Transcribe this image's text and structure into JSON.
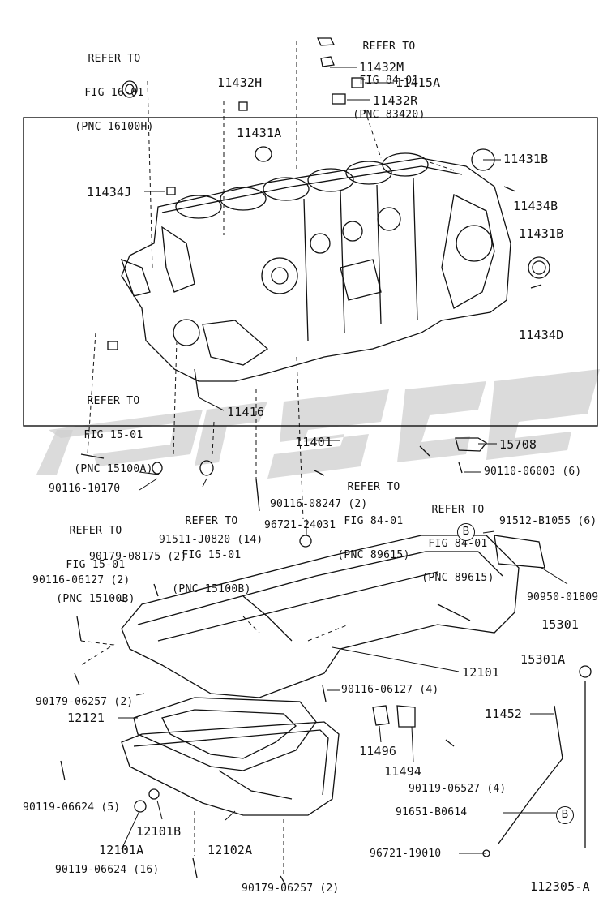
{
  "diagram": {
    "refs": {
      "r1": [
        "REFER TO",
        "FIG 16-01",
        "(PNC 16100H)"
      ],
      "r2": [
        "REFER TO",
        "FIG 84-01",
        "(PNC 83420)"
      ],
      "r3": [
        "REFER TO",
        "FIG 15-01",
        "(PNC 15100A)"
      ],
      "r4": [
        "REFER TO",
        "FIG 84-01",
        "(PNC 89615)"
      ],
      "r5": [
        "REFER TO",
        "FIG 84-01",
        "(PNC 89615)"
      ],
      "r6": [
        "REFER TO",
        "FIG 15-01",
        "(PNC 15100B)"
      ],
      "r7": [
        "REFER TO",
        "FIG 15-01",
        "(PNC 15100B)"
      ]
    },
    "labels": {
      "p11432M": "11432M",
      "p11415A": "11415A",
      "p11432R": "11432R",
      "p11432H": "11432H",
      "p11431A": "11431A",
      "p11431B_1": "11431B",
      "p11434J": "11434J",
      "p11434B": "11434B",
      "p11431B_2": "11431B",
      "p11434D": "11434D",
      "p11416": "11416",
      "p11401": "11401",
      "p15708": "15708",
      "p90110": "90110-06003 (6)",
      "p90116_10170": "90116-10170",
      "p90116_08247": "90116-08247 (2)",
      "p96721_24031": "96721-24031",
      "p91512": "91512-B1055 (6)",
      "p91511": "91511-J0820 (14)",
      "p90179_08175": "90179-08175 (2)",
      "p90116_06127a": "90116-06127 (2)",
      "p90950": "90950-01809",
      "p15301": "15301",
      "p15301A": "15301A",
      "p12101": "12101",
      "p90116_06127b": "90116-06127 (4)",
      "p90179_06257a": "90179-06257 (2)",
      "p12121": "12121",
      "p11452": "11452",
      "p11496": "11496",
      "p11494": "11494",
      "p90119_06527": "90119-06527 (4)",
      "p90119_06624a": "90119-06624 (5)",
      "p12101B": "12101B",
      "p91651": "91651-B0614",
      "p12101A": "12101A",
      "p12102A": "12102A",
      "p96721_19010": "96721-19010",
      "p90119_06624b": "90119-06624 (16)",
      "p90179_06257b": "90179-06257 (2)",
      "figno": "112305-A"
    },
    "callouts": {
      "b1": "B",
      "b2": "B"
    }
  }
}
